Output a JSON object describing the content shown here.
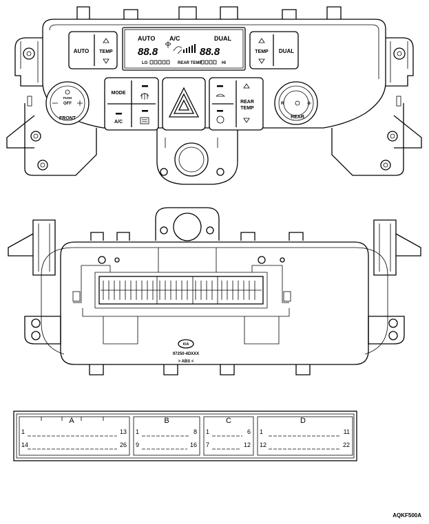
{
  "front_panel": {
    "auto_label": "AUTO",
    "temp_left_label": "TEMP",
    "temp_right_label": "TEMP",
    "dual_label": "DUAL",
    "mode_label": "MODE",
    "ac_label": "A/C",
    "front_label": "FRONT",
    "front_off_label": "OFF",
    "front_push_label": "PUSH",
    "rear_label": "REAR",
    "rear_temp_label_1": "REAR",
    "rear_temp_label_2": "TEMP",
    "rear_dial_r_label": "R",
    "lcd": {
      "auto": "AUTO",
      "ac": "A/C",
      "dual": "DUAL",
      "left_digits": "88.8",
      "right_digits": "88.8",
      "lo": "LO",
      "hi": "HI",
      "rear_temp": "REAR TEMP"
    }
  },
  "rear_panel": {
    "part_number": "97250-4DXXX",
    "material_mark": "> ABS <",
    "logo_text": "KIA"
  },
  "connectors": [
    {
      "letter": "A",
      "top_first": "1",
      "top_last": "13",
      "bottom_first": "14",
      "bottom_last": "26"
    },
    {
      "letter": "B",
      "top_first": "1",
      "top_last": "8",
      "bottom_first": "9",
      "bottom_last": "16"
    },
    {
      "letter": "C",
      "top_first": "1",
      "top_last": "6",
      "bottom_first": "7",
      "bottom_last": "12"
    },
    {
      "letter": "D",
      "top_first": "1",
      "top_last": "11",
      "bottom_first": "12",
      "bottom_last": "22"
    }
  ],
  "figure_code": "AQKF500A"
}
